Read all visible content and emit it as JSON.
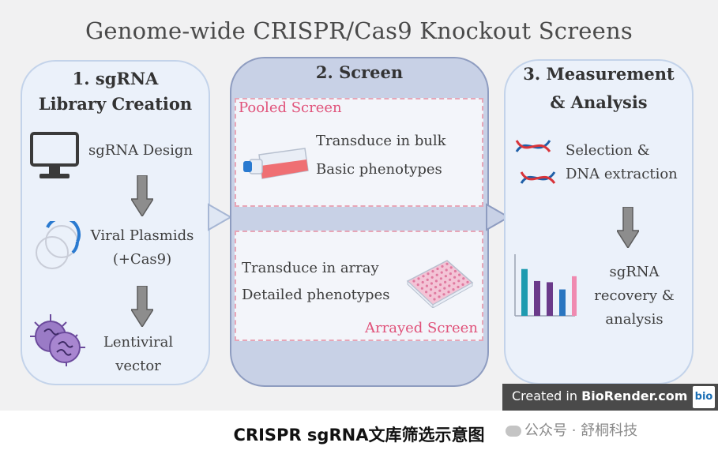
{
  "title": "Genome-wide CRISPR/Cas9 Knockout Screens",
  "panel1": {
    "title_line1": "1. sgRNA",
    "title_line2": "Library Creation",
    "step1": "sgRNA Design",
    "step2_line1": "Viral Plasmids",
    "step2_line2": "(+Cas9)",
    "step3_line1": "Lentiviral",
    "step3_line2": "vector"
  },
  "panel2": {
    "title": "2. Screen",
    "pooled_label": "Pooled Screen",
    "pooled_line1": "Transduce in bulk",
    "pooled_line2": "Basic phenotypes",
    "arrayed_line1": "Transduce in array",
    "arrayed_line2": "Detailed phenotypes",
    "arrayed_label": "Arrayed Screen"
  },
  "panel3": {
    "title_line1": "3. Measurement",
    "title_line2": "& Analysis",
    "step1_line1": "Selection &",
    "step1_line2": "DNA extraction",
    "step2_line1": "sgRNA",
    "step2_line2": "recovery &",
    "step2_line3": "analysis"
  },
  "chart_data": {
    "type": "bar",
    "values": [
      0.78,
      0.58,
      0.56,
      0.44,
      0.66
    ],
    "colors": [
      "#1f9bb0",
      "#6b3a8a",
      "#6b3a8a",
      "#2a75c0",
      "#f08ab0"
    ]
  },
  "credit": {
    "prefix": "Created in ",
    "brand": "BioRender.com",
    "badge": "bio"
  },
  "caption": "CRISPR sgRNA文库筛选示意图",
  "watermark": "公众号 · 舒桐科技"
}
